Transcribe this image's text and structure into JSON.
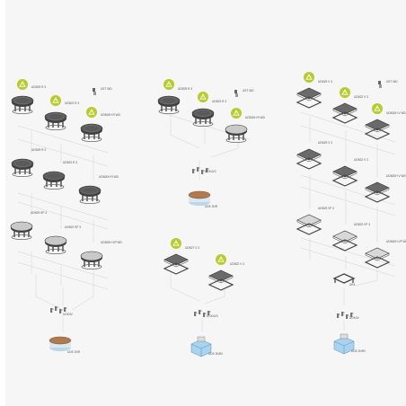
{
  "colors": {
    "background": "#ffffff",
    "panel": "#f6f6f6",
    "connector": "#d2d2d2",
    "badge": "#b7cb2f",
    "metal_dark": "#5a5a5a",
    "metal_light": "#c9c9c9",
    "wood": "#b07a4f",
    "enclosure_blue": "#a9d3ee"
  },
  "columns": [
    {
      "id": "left",
      "items": [
        {
          "id": "l1",
          "kind": "cup-dark",
          "label": "UDB29 R 3",
          "badge": true
        },
        {
          "id": "l2",
          "kind": "cup-dark",
          "label": "UDB22 R 3",
          "badge": true
        },
        {
          "id": "l3",
          "kind": "cup-dark",
          "label": "UDB20H R WD",
          "badge": true
        },
        {
          "id": "l4",
          "kind": "kit",
          "label": "UST WD"
        },
        {
          "id": "l5",
          "kind": "cup-dark",
          "label": "UDB29 R 3"
        },
        {
          "id": "l6",
          "kind": "cup-dark",
          "label": "UDB22 R 3"
        },
        {
          "id": "l7",
          "kind": "cup-dark",
          "label": "UDB20H R WD"
        },
        {
          "id": "l8",
          "kind": "cup-light",
          "label": "UDB29 SP 3"
        },
        {
          "id": "l9",
          "kind": "cup-light",
          "label": "UDB22 SP 3"
        },
        {
          "id": "l10",
          "kind": "cup-light",
          "label": "UDB20H SP WD"
        },
        {
          "id": "l11",
          "kind": "brackets",
          "label": "UGK4V"
        },
        {
          "id": "l12",
          "kind": "wood-box",
          "label": "UDE 2NR"
        }
      ]
    },
    {
      "id": "middle",
      "items": [
        {
          "id": "m1",
          "kind": "cup-dark",
          "label": "UDB29 R 3",
          "badge": true
        },
        {
          "id": "m2",
          "kind": "cup-dark",
          "label": "UDB22 R 3",
          "badge": true
        },
        {
          "id": "m3",
          "kind": "cup-light",
          "label": "UDB20H R WD",
          "badge": true
        },
        {
          "id": "m4",
          "kind": "kit",
          "label": "UST WD"
        },
        {
          "id": "m5",
          "kind": "brackets",
          "label": "UGK4V2"
        },
        {
          "id": "m6",
          "kind": "wood-box",
          "label": "UDE 2NR"
        },
        {
          "id": "m7",
          "kind": "square-dark",
          "label": "UDB27 V 3",
          "badge": true
        },
        {
          "id": "m8",
          "kind": "square-dark",
          "label": "UDB22 V 3",
          "badge": true
        },
        {
          "id": "m9",
          "kind": "brackets",
          "label": "UGK4V3"
        },
        {
          "id": "m10",
          "kind": "blue-box",
          "label": "UDE 3NRV"
        }
      ]
    },
    {
      "id": "right",
      "items": [
        {
          "id": "r1",
          "kind": "square-dark",
          "label": "UDB29 V 3",
          "badge": true
        },
        {
          "id": "r2",
          "kind": "square-dark",
          "label": "UDB22 V 3",
          "badge": true
        },
        {
          "id": "r3",
          "kind": "square-dark",
          "label": "UDB20H V WD",
          "badge": true
        },
        {
          "id": "r4",
          "kind": "kit",
          "label": "UST WD"
        },
        {
          "id": "r5",
          "kind": "square-dark",
          "label": "UDB29 V 3"
        },
        {
          "id": "r6",
          "kind": "square-dark",
          "label": "UDB22 V 3"
        },
        {
          "id": "r7",
          "kind": "square-dark",
          "label": "UDB20H V WD"
        },
        {
          "id": "r8",
          "kind": "square-light",
          "label": "UDB29 VP 3"
        },
        {
          "id": "r9",
          "kind": "square-light",
          "label": "UDB22 VP 3"
        },
        {
          "id": "r10",
          "kind": "square-light",
          "label": "UDB20H VP WD"
        },
        {
          "id": "r11",
          "kind": "frame",
          "label": "UR4"
        },
        {
          "id": "r12",
          "kind": "brackets",
          "label": "UGK4V"
        },
        {
          "id": "r13",
          "kind": "blue-box",
          "label": "UDE 2NRV"
        }
      ]
    }
  ]
}
